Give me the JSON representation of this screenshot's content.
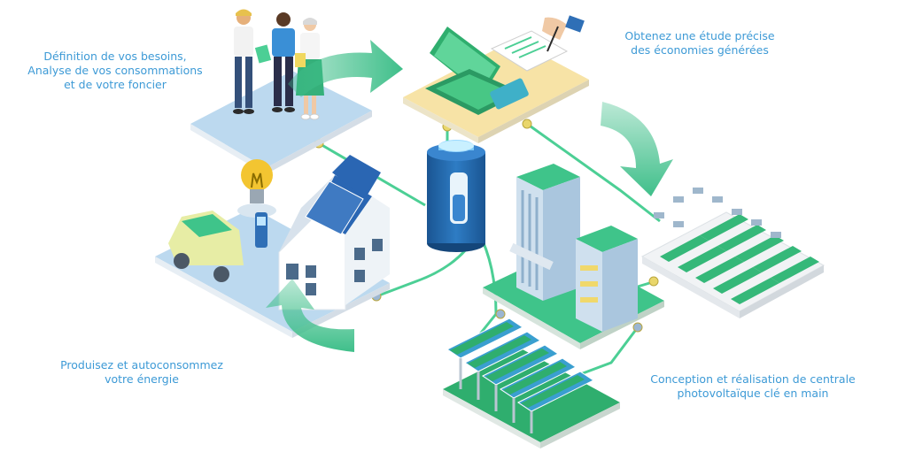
{
  "steps": {
    "needs": {
      "lines": [
        "Définition de vos besoins,",
        "Analyse de vos consommations",
        "et de votre foncier"
      ]
    },
    "study": {
      "lines": [
        "Obtenez une étude précise",
        "des économies générées"
      ]
    },
    "design": {
      "lines": [
        "Conception et réalisation de centrale",
        "photovoltaïque clé en main"
      ]
    },
    "produce": {
      "lines": [
        "Produisez et autoconsommez",
        "votre énergie"
      ]
    }
  },
  "colors": {
    "arrow_green": "#3fbf8a",
    "line_green": "#4ccf95",
    "panel_green": "#2fae6e",
    "battery_blue": "#1f63a8",
    "caption_blue": "#3d9ad6",
    "platform_blue": "#bcd9ef",
    "platform_yellow": "#f7e3a6",
    "platform_green": "#3fc48a"
  },
  "icons": [
    "people-icon",
    "laptop-icon",
    "clipboard-icon",
    "battery-icon",
    "factory-icon",
    "solar-farm-icon",
    "house-icon",
    "electric-car-icon",
    "lightbulb-icon"
  ]
}
